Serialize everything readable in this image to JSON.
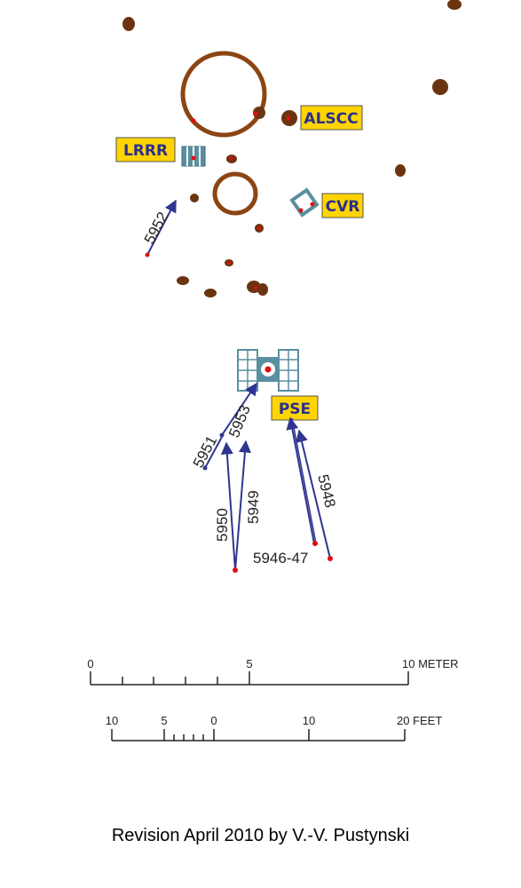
{
  "instruments": {
    "alscc": "ALSCC",
    "lrrr": "LRRR",
    "cvr": "CVR",
    "pse": "PSE"
  },
  "photo_labels": {
    "p5952": "5952",
    "p5953": "5953",
    "p5951": "5951",
    "p5950": "5950",
    "p5949": "5949",
    "p5948": "5948",
    "p5946_47": "5946-47"
  },
  "scale": {
    "meter_ticks": [
      "0",
      "5",
      "10 METER"
    ],
    "feet_ticks": [
      "10",
      "5",
      "0",
      "10",
      "20 FEET"
    ]
  },
  "credit": "Revision April 2010 by V.-V. Pustynski",
  "colors": {
    "crater": "#8b4513",
    "rock": "#6b3410",
    "arrow": "#2f3590",
    "point": "#e01010",
    "label_bg": "#ffd400",
    "label_text": "#2a2f8f",
    "instrument": "#5a8fa0"
  }
}
